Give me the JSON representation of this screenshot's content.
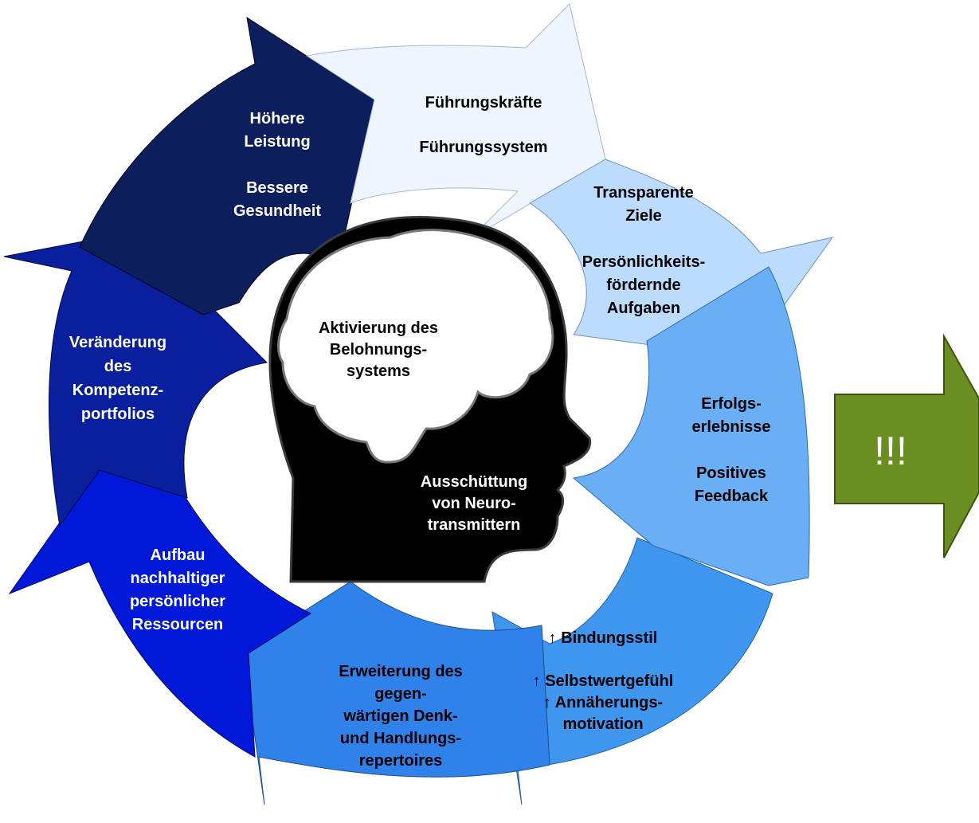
{
  "segments": [
    {
      "id": "fuehrung",
      "color": "#eef5ff",
      "text_color": "#000000",
      "lines": [
        "Führungskräfte",
        "",
        "Führungssystem"
      ]
    },
    {
      "id": "ziele",
      "color": "#bcdcff",
      "text_color": "#000000",
      "lines": [
        "Transparente",
        "Ziele",
        "",
        "Persönlichkeits-",
        "fördernde",
        "Aufgaben"
      ]
    },
    {
      "id": "erfolg",
      "color": "#6aaef6",
      "text_color": "#000000",
      "lines": [
        "Erfolgs-",
        "erlebnisse",
        "",
        "Positives",
        "Feedback"
      ]
    },
    {
      "id": "bindung",
      "color": "#3e96ef",
      "text_color": "#000000",
      "lines": [
        "↑ Bindungsstil",
        "",
        "↑  Selbstwertgefühl",
        "↑ Annäherungs-",
        "motivation"
      ]
    },
    {
      "id": "erweiterung",
      "color": "#2f82ea",
      "text_color": "#000000",
      "lines": [
        "Erweiterung des",
        "gegen-",
        "wärtigen Denk-",
        "und Handlungs-",
        "repertoires"
      ]
    },
    {
      "id": "aufbau",
      "color": "#0018d8",
      "text_color": "#ffffff",
      "lines": [
        "Aufbau",
        "nachhaltiger",
        "persönlicher",
        "Ressourcen"
      ]
    },
    {
      "id": "kompetenz",
      "color": "#0a1f9e",
      "text_color": "#ffffff",
      "lines": [
        "Veränderung",
        "des",
        "Kompetenz-",
        "portfolios"
      ]
    },
    {
      "id": "leistung",
      "color": "#0c1e5c",
      "text_color": "#ffffff",
      "lines": [
        "Höhere",
        "Leistung",
        "",
        "Bessere",
        "Gesundheit"
      ]
    }
  ],
  "head": {
    "brain_text": [
      "Aktivierung des",
      "Belohnungs-",
      "systems"
    ],
    "lower_text": [
      "Ausschüttung",
      "von Neuro-",
      "transmittern"
    ]
  },
  "result_arrow": {
    "label": "!!!",
    "color": "#6b8e23"
  }
}
